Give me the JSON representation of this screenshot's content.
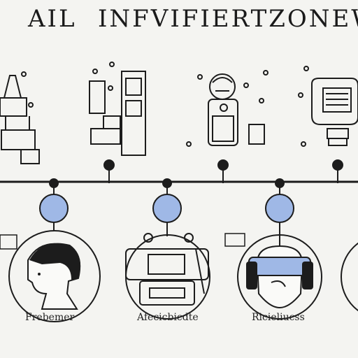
{
  "header": {
    "title_left": "AIL",
    "title_right": "INFVIFIERTZONEW"
  },
  "captions": [
    "Frebemer",
    "Afecicbicdte",
    "Ricieliucss"
  ],
  "colors": {
    "line": "#1c1c1c",
    "node_fill": "#9fb8e6",
    "background": "#f4f4f1"
  }
}
